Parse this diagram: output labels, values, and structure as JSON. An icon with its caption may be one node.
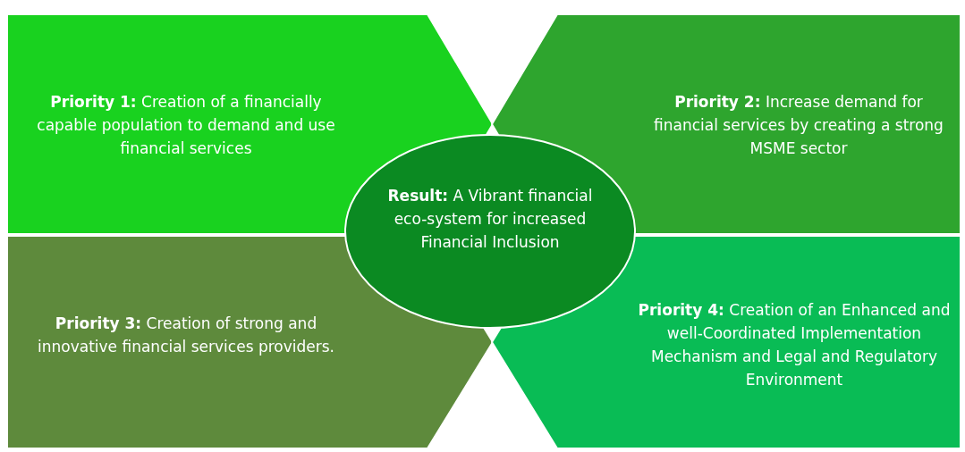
{
  "diagram": {
    "nodes": [
      {
        "text": [
          "**Priority 1:** Creation of a financially capable population to demand and use financial services"
        ]
      },
      {
        "text": [
          "**Priority 2:** Increase demand for financial services by creating a strong MSME sector"
        ]
      },
      {
        "text": [
          "**Result:** A Vibrant financial eco-system for increased Financial Inclusion"
        ]
      },
      {
        "text": [
          "**Priority 3:** Creation of strong and innovative financial services providers."
        ]
      },
      {
        "text": [
          "**Priority 4:** Creation of an Enhanced and well-Coordinated Implementation Mechanism and Legal and Regulatory Environment"
        ]
      }
    ]
  }
}
